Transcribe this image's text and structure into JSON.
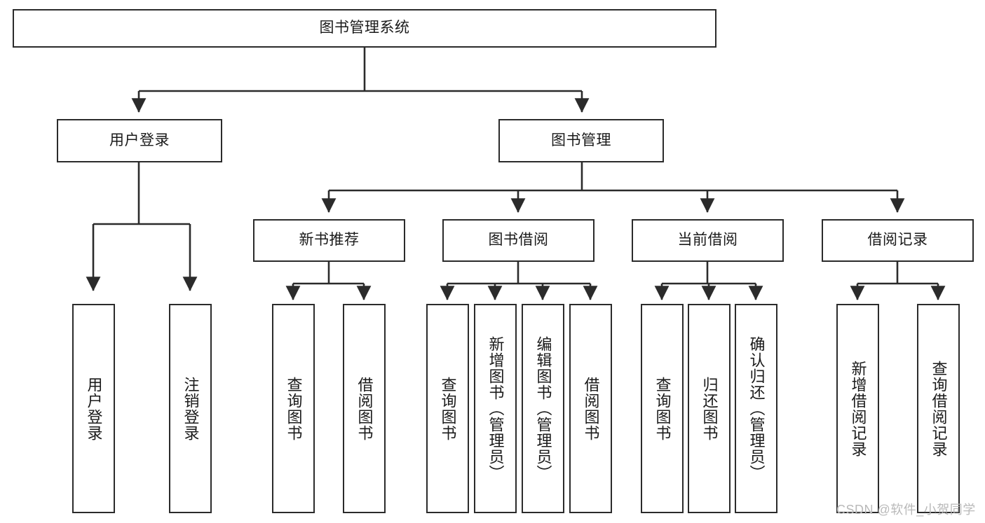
{
  "diagram": {
    "title": "图书管理系统",
    "type": "tree-hierarchy-chart",
    "colors": {
      "box_border": "#2b2b2b",
      "box_fill": "#ffffff",
      "connector": "#2b2b2b",
      "background": "#ffffff",
      "watermark": "#b9b9b9"
    },
    "root": {
      "id": "root",
      "label": "图书管理系统"
    },
    "level2": [
      {
        "id": "user-login",
        "label": "用户登录"
      },
      {
        "id": "book-management",
        "label": "图书管理"
      }
    ],
    "level3": [
      {
        "id": "new-book-recommend",
        "label": "新书推荐",
        "parent": "book-management"
      },
      {
        "id": "book-borrow",
        "label": "图书借阅",
        "parent": "book-management"
      },
      {
        "id": "current-borrow",
        "label": "当前借阅",
        "parent": "book-management"
      },
      {
        "id": "borrow-record",
        "label": "借阅记录",
        "parent": "book-management"
      }
    ],
    "leaves": [
      {
        "id": "leaf-user-login",
        "label": "用户登录",
        "parent": "user-login"
      },
      {
        "id": "leaf-logout-login",
        "label": "注销登录",
        "parent": "user-login"
      },
      {
        "id": "leaf-query-book-1",
        "label": "查询图书",
        "parent": "new-book-recommend"
      },
      {
        "id": "leaf-borrow-book-1",
        "label": "借阅图书",
        "parent": "new-book-recommend"
      },
      {
        "id": "leaf-query-book-2",
        "label": "查询图书",
        "parent": "book-borrow"
      },
      {
        "id": "leaf-add-book",
        "label": "新增图书（管理员）",
        "parent": "book-borrow"
      },
      {
        "id": "leaf-edit-book",
        "label": "编辑图书（管理员）",
        "parent": "book-borrow"
      },
      {
        "id": "leaf-borrow-book-2",
        "label": "借阅图书",
        "parent": "book-borrow"
      },
      {
        "id": "leaf-query-book-3",
        "label": "查询图书",
        "parent": "current-borrow"
      },
      {
        "id": "leaf-return-book",
        "label": "归还图书",
        "parent": "current-borrow"
      },
      {
        "id": "leaf-confirm-return",
        "label": "确认归还（管理员）",
        "parent": "current-borrow"
      },
      {
        "id": "leaf-add-record",
        "label": "新增借阅记录",
        "parent": "borrow-record"
      },
      {
        "id": "leaf-query-record",
        "label": "查询借阅记录",
        "parent": "borrow-record"
      }
    ],
    "watermark": "CSDN @软件_小贺同学"
  }
}
